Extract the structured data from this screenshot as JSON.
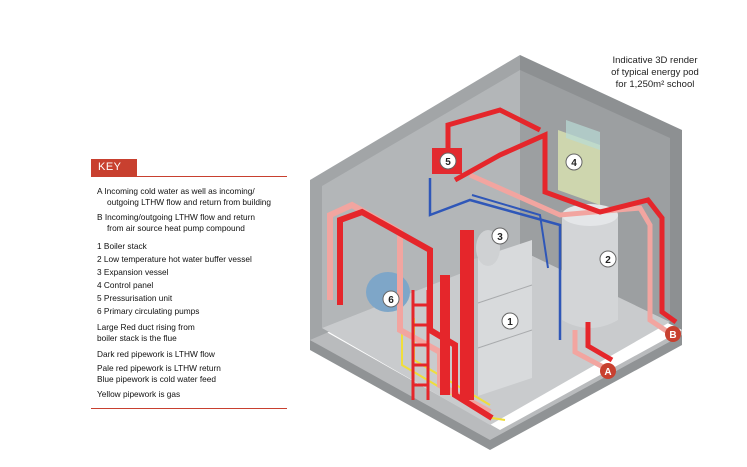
{
  "caption": {
    "line1": "Indicative 3D render",
    "line2": "of typical energy pod",
    "line3": "for 1,250m² school"
  },
  "key": {
    "title": "KEY",
    "items": [
      {
        "line1": "A Incoming cold water as well as incoming/",
        "line2": "outgoing LTHW flow and return from building"
      },
      {
        "line1": "B Incoming/outgoing LTHW flow and return",
        "line2": "from air source heat pump compound"
      },
      {
        "line1": "1 Boiler stack"
      },
      {
        "line1": "2 Low temperature hot water buffer vessel"
      },
      {
        "line1": "3 Expansion vessel"
      },
      {
        "line1": "4 Control panel"
      },
      {
        "line1": "5 Pressurisation unit"
      },
      {
        "line1": "6 Primary circulating pumps"
      },
      {
        "line1": "Large Red duct rising from",
        "line2": "boiler stack is the flue"
      },
      {
        "line1": "Dark red pipework is LTHW flow"
      },
      {
        "line1": "Pale red pipework is LTHW return",
        "line2": "Blue pipework is cold water feed"
      },
      {
        "line1": "Yellow pipework is gas"
      }
    ]
  },
  "callouts": {
    "n1": "1",
    "n2": "2",
    "n3": "3",
    "n4": "4",
    "n5": "5",
    "n6": "6",
    "a": "A",
    "b": "B"
  },
  "colors": {
    "accent": "#c8402f",
    "flow": "#e5262b",
    "return": "#f2a5a0",
    "cold": "#2f57b8",
    "gas": "#f0de3a",
    "wall": "#8a8d8f",
    "floor": "#b9bbbd"
  }
}
